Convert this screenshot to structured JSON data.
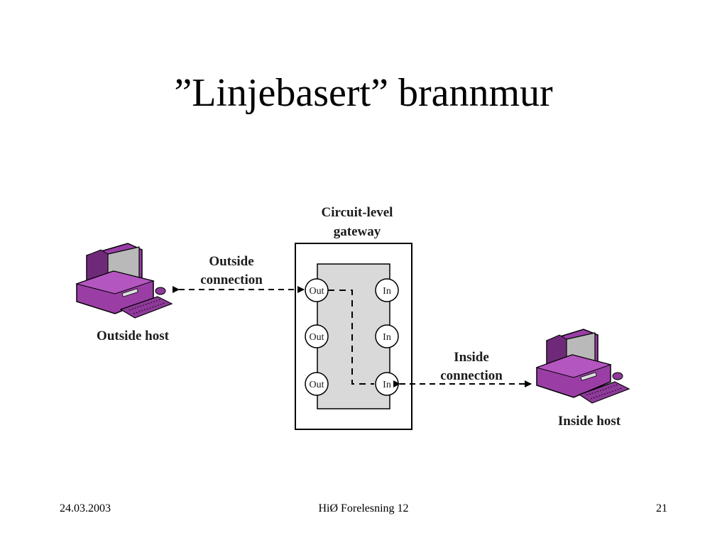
{
  "slide": {
    "title": "”Linjebasert” brannmur"
  },
  "diagram": {
    "gateway_label_line1": "Circuit-level",
    "gateway_label_line2": "gateway",
    "outside_conn_line1": "Outside",
    "outside_conn_line2": "connection",
    "inside_conn_line1": "Inside",
    "inside_conn_line2": "connection",
    "outside_host_label": "Outside host",
    "inside_host_label": "Inside host",
    "port_out": "Out",
    "port_in": "In",
    "colors": {
      "computer": "#9a3ea6",
      "computer_dark": "#6e2a78",
      "screen": "#b9b9b9",
      "gateway_fill": "#d9d9d9"
    }
  },
  "footer": {
    "date": "24.03.2003",
    "center": "HiØ Forelesning 12",
    "page": "21"
  }
}
